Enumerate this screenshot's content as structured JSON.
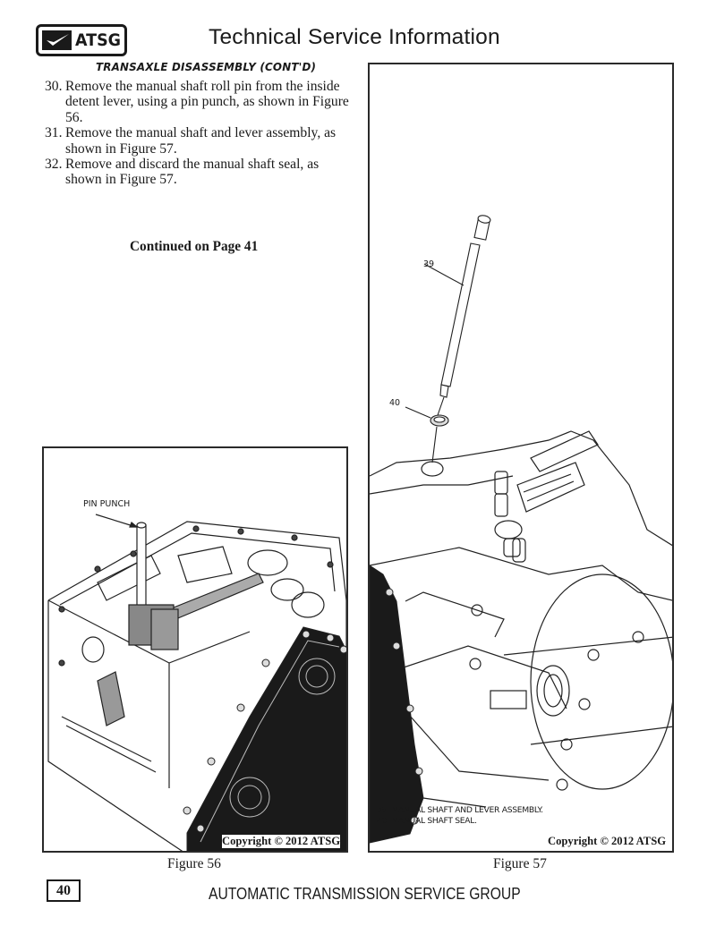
{
  "header": {
    "logo_text": "ATSG",
    "logo_icon": "checkmark-icon",
    "title": "Technical Service Information"
  },
  "section": {
    "heading": "TRANSAXLE DISASSEMBLY (CONT'D)",
    "steps": [
      {
        "number": "30.",
        "text": "Remove the manual shaft roll pin from the inside detent lever, using a pin punch, as shown in Figure 56."
      },
      {
        "number": "31.",
        "text": "Remove the manual shaft and lever assembly, as shown in Figure 57."
      },
      {
        "number": "32.",
        "text": "Remove and discard the manual shaft seal, as shown in Figure 57."
      }
    ],
    "continued": "Continued on Page 41"
  },
  "figures": [
    {
      "caption": "Figure 56",
      "copyright": "Copyright © 2012 ATSG",
      "callouts": [
        {
          "label": "PIN PUNCH"
        }
      ]
    },
    {
      "caption": "Figure 57",
      "copyright": "Copyright © 2012 ATSG",
      "callouts": [
        {
          "label": "39"
        },
        {
          "label": "40"
        }
      ],
      "legend": [
        {
          "num": "39",
          "text": "MANUAL SHAFT AND LEVER ASSEMBLY."
        },
        {
          "num": "40",
          "text": "MANUAL SHAFT SEAL."
        }
      ]
    }
  ],
  "footer": {
    "page_number": "40",
    "title": "AUTOMATIC TRANSMISSION SERVICE GROUP"
  }
}
